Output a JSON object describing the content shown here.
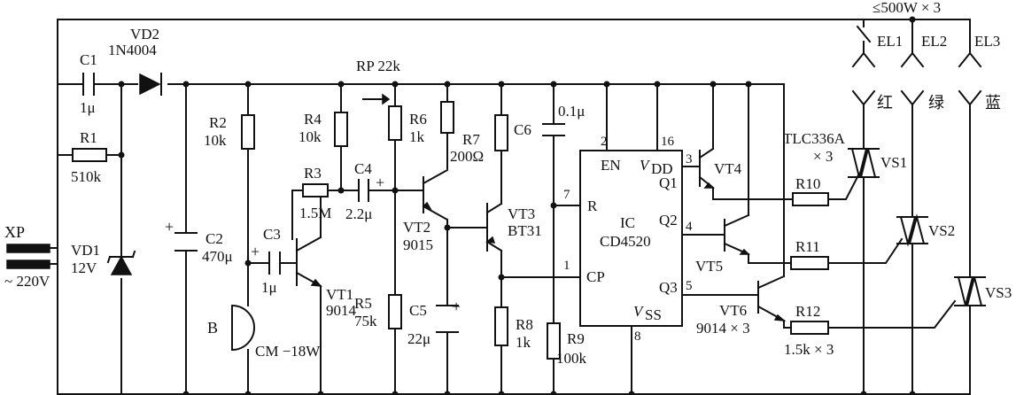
{
  "diagram": {
    "plug": "XP",
    "mains": "~ 220V",
    "load_rating": "≤500W × 3",
    "components": {
      "C1": {
        "name": "C1",
        "value": "1μ"
      },
      "R1": {
        "name": "R1",
        "value": "510k"
      },
      "VD2": {
        "name": "VD2",
        "value": "1N4004"
      },
      "VD1": {
        "name": "VD1",
        "value": "12V"
      },
      "C2": {
        "name": "C2",
        "value": "470μ",
        "pol": "+"
      },
      "R2": {
        "name": "R2",
        "value": "10k"
      },
      "B": {
        "name": "B",
        "value": "CM −18W"
      },
      "C3": {
        "name": "C3",
        "value": "1μ",
        "pol": "+"
      },
      "R3": {
        "name": "R3",
        "value": "1.5M"
      },
      "R4": {
        "name": "R4",
        "value": "10k"
      },
      "VT1": {
        "name": "VT1",
        "value": "9014"
      },
      "C4": {
        "name": "C4",
        "value": "2.2μ",
        "pol": "+"
      },
      "RP": {
        "label": "RP 22k"
      },
      "R6": {
        "name": "R6",
        "value": "1k"
      },
      "R5": {
        "name": "R5",
        "value": "75k"
      },
      "VT2": {
        "name": "VT2",
        "value": "9015"
      },
      "C5": {
        "name": "C5",
        "value": "22μ",
        "pol": "+"
      },
      "R7": {
        "name": "R7",
        "value": "200Ω"
      },
      "VT3": {
        "name": "VT3",
        "value": "BT31"
      },
      "R8": {
        "name": "R8",
        "value": "1k"
      },
      "C6": {
        "name": "C6",
        "value": "0.1μ"
      },
      "R9": {
        "name": "R9",
        "value": "100k"
      },
      "VT4": {
        "name": "VT4"
      },
      "VT5": {
        "name": "VT5"
      },
      "VT6": {
        "name": "VT6",
        "value": "9014 × 3"
      },
      "R10": {
        "name": "R10"
      },
      "R11": {
        "name": "R11"
      },
      "R12": {
        "name": "R12",
        "value": "1.5k × 3"
      },
      "VS1": {
        "name": "VS1"
      },
      "VS2": {
        "name": "VS2"
      },
      "VS3": {
        "name": "VS3"
      },
      "triac_type": {
        "label": "TLC336A",
        "qty": "× 3"
      },
      "EL1": {
        "name": "EL1",
        "color": "红"
      },
      "EL2": {
        "name": "EL2",
        "color": "绿"
      },
      "EL3": {
        "name": "EL3",
        "color": "蓝"
      }
    },
    "ic": {
      "name": "IC",
      "part": "CD4520",
      "pins": {
        "EN": "EN",
        "R": "R",
        "CP": "CP",
        "Q1": "Q1",
        "Q2": "Q2",
        "Q3": "Q3",
        "VDD": "V",
        "VDD_sub": "DD",
        "VSS": "V",
        "VSS_sub": "SS",
        "n2": "2",
        "n16": "16",
        "n7": "7",
        "n1": "1",
        "n8": "8",
        "n3": "3",
        "n4": "4",
        "n5": "5"
      }
    }
  }
}
